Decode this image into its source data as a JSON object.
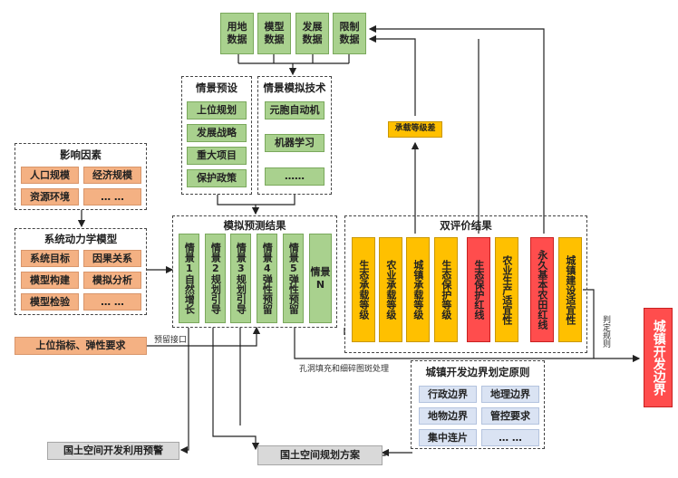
{
  "top_data": [
    "用地\n数据",
    "模型\n数据",
    "发展\n数据",
    "限制\n数据"
  ],
  "scenario_preset": {
    "title": "情景预设",
    "items": [
      "上位规划",
      "发展战略",
      "重大项目",
      "保护政策"
    ]
  },
  "scenario_tech": {
    "title": "情景模拟技术",
    "items": [
      "元胞自动机",
      "机器学习",
      "……"
    ]
  },
  "factors": {
    "title": "影响因素",
    "items": [
      "人口规模",
      "经济规模",
      "资源环境",
      "… …"
    ]
  },
  "sdm": {
    "title": "系统动力学模型",
    "items": [
      "系统目标",
      "因果关系",
      "模型构建",
      "模拟分析",
      "模型检验",
      "… …"
    ]
  },
  "upper_indicators": "上位指标、弹性要求",
  "reserved_interface": "预留接口",
  "sim_results": {
    "title": "模拟预测结果",
    "items": [
      "情景1自然增长",
      "情景2规划引导",
      "情景3规划引导",
      "情景4弹性预留",
      "情景5弹性预留",
      "情景N"
    ]
  },
  "dual_eval": {
    "title": "双评价结果",
    "items": [
      "生态承载等级",
      "农业承载等级",
      "城镇承载等级",
      "生态保护等级",
      "生态保护红线",
      "农业生产适宜性",
      "永久基本农田红线",
      "城镇建设适宜性"
    ]
  },
  "bearing_diff": "承载等级差",
  "hole_fill": "孔洞填充和细碎图斑处理",
  "judge_rule": "判定规则",
  "principles": {
    "title": "城镇开发边界划定原则",
    "items": [
      "行政边界",
      "地理边界",
      "地物边界",
      "管控要求",
      "集中连片",
      "… …"
    ]
  },
  "boundary": "城镇开发边界",
  "warning": "国土空间开发利用预警",
  "plan": "国土空间规划方案",
  "colors": {
    "green": "#a9d18e",
    "orange": "#f4b183",
    "yellow": "#ffc000",
    "red": "#ff4d4d",
    "light_blue": "#dae3f3",
    "grey": "#d9d9d9"
  }
}
